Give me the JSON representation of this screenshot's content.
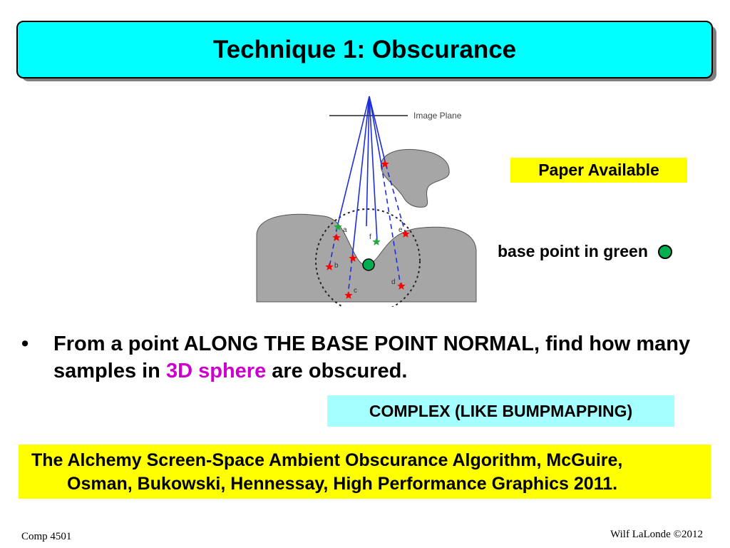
{
  "slide": {
    "title": "Technique 1: Obscurance",
    "paper_badge": "Paper Available",
    "base_point_note": "base point in green",
    "bullet": {
      "marker": "•",
      "text_before": "From a point ALONG THE BASE POINT NORMAL, find how many samples in ",
      "highlight": "3D sphere",
      "text_after": " are obscured."
    },
    "complexity_badge": "COMPLEX (LIKE BUMPMAPPING)",
    "reference": {
      "line1": "The Alchemy Screen-Space Ambient Obscurance Algorithm, McGuire,",
      "line2": "Osman, Bukowski, Hennessay, High Performance Graphics 2011."
    },
    "footer_left": "Comp 4501",
    "footer_right": "Wilf LaLonde ©2012"
  },
  "diagram": {
    "image_plane_label": "Image Plane",
    "sample_labels": [
      "a",
      "b",
      "c",
      "d",
      "e",
      "f"
    ],
    "colors": {
      "ray": "#1f2fd8",
      "surface": "#a6a6a6",
      "unobscured_sample": "#1faa3a",
      "obscured_sample": "#ff0000",
      "base_point": "#00b050"
    }
  },
  "colors": {
    "title_bg": "#00ffff",
    "yellow_box": "#ffff00",
    "cyan_badge": "#a6ffff",
    "highlight": "#cc00cc"
  }
}
